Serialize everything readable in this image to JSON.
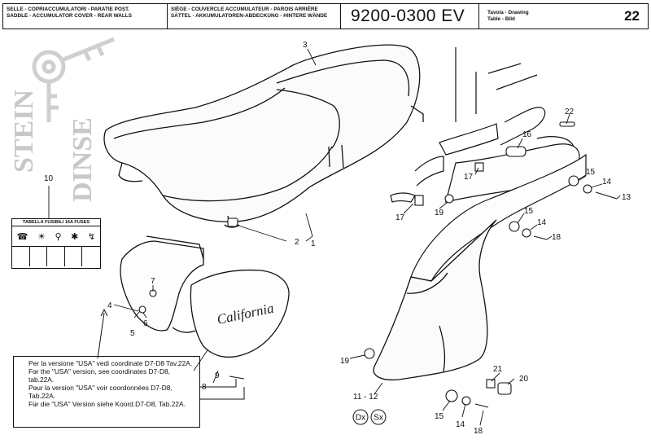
{
  "header": {
    "titles_left": [
      "SELLE - COPRIACCUMULATORI - PARATIE POST.",
      "SADDLE - ACCUMULATOR COVER - REAR WALLS"
    ],
    "titles_mid": [
      "SIÈGE - COUVERCLE ACCUMULATEUR - PAROIS ARRIÈRE",
      "SÄTTEL - AKKUMULATOREN-ABDECKUNG - HINTERE WÄNDE"
    ],
    "code": "9200-0300 EV",
    "table_label_1": "Tavola - Drawing",
    "table_label_2": "Table - Bild",
    "table_number": "22"
  },
  "watermark": {
    "line1": "STEIN",
    "line2": "DINSE"
  },
  "fuse_label": {
    "title": "TABELLA FUSIBILI 16A FUSES"
  },
  "callouts": {
    "c1": "1",
    "c2": "2",
    "c3": "3",
    "c4": "4",
    "c5": "5",
    "c6": "6",
    "c7": "7",
    "c8": "8",
    "c9": "9",
    "c10": "10",
    "c11_12": "11 - 12",
    "c13": "13",
    "c14a": "14",
    "c14b": "14",
    "c14c": "14",
    "c15a": "15",
    "c15b": "15",
    "c15c": "15",
    "c16": "16",
    "c17a": "17",
    "c17b": "17",
    "c18a": "18",
    "c18b": "18",
    "c19a": "19",
    "c19b": "19",
    "c20": "20",
    "c21": "21",
    "c22": "22",
    "dx": "Dx",
    "sx": "Sx"
  },
  "cover_logo": "California",
  "note": [
    "Per la versione \"USA\" vedi coordinate D7-D8 Tav.22A.",
    "For the \"USA\" version, see coordinates D7-D8, tab.22A.",
    "Pour la version \"USA\" voir coordonnées D7-D8, Tab.22A.",
    "Für die \"USA\" Version siehe Koord.D7-D8, Tab.22A."
  ]
}
